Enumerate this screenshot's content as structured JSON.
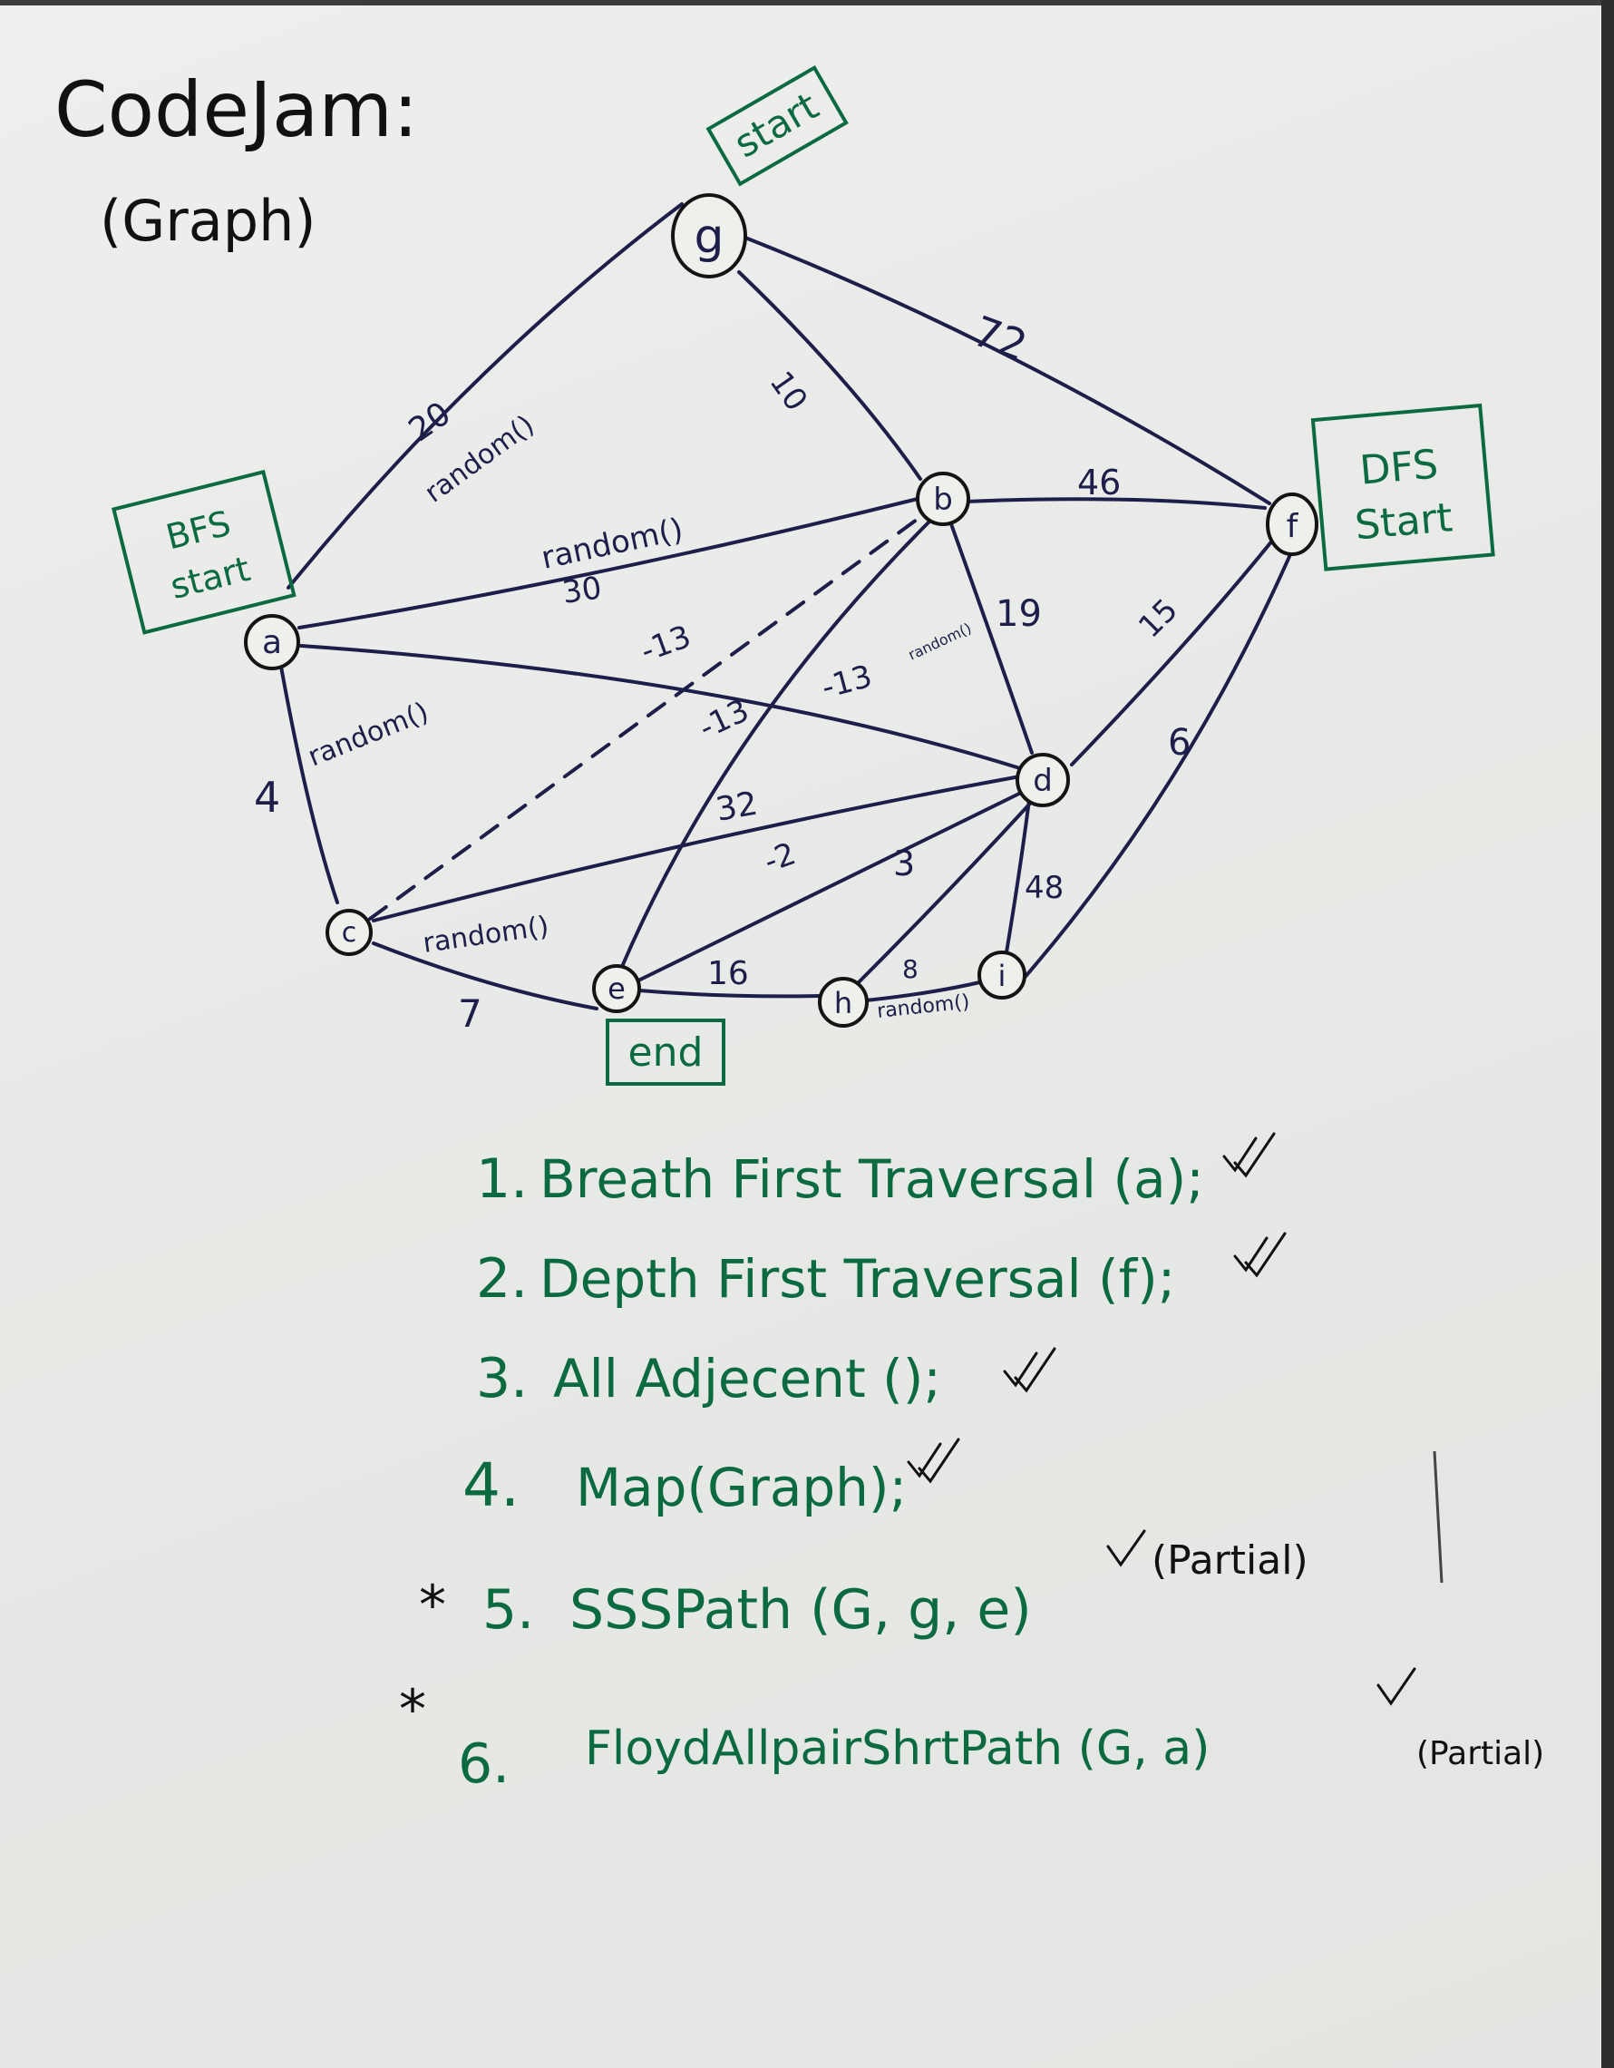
{
  "title": "CodeJam:",
  "subtitle": "(Graph)",
  "nodes": {
    "a": "a",
    "b": "b",
    "c": "c",
    "d": "d",
    "e": "e",
    "f": "f",
    "g": "g",
    "h": "h",
    "i": "i"
  },
  "badges": {
    "start": "start",
    "bfs_line1": "BFS",
    "bfs_line2": "start",
    "dfs_line1": "DFS",
    "dfs_line2": "Start",
    "end": "end"
  },
  "edges": {
    "g_f": "72",
    "g_b": "10",
    "a_g_weight": "20",
    "a_g_random": "random()",
    "a_b_random": "random()",
    "a_b_weight": "30",
    "b_f": "46",
    "b_d_weight": "19",
    "b_d_random": "random()",
    "d_f": "15",
    "i_f": "6",
    "c_b_dashed": "-13",
    "a_d": "-13",
    "b_e": "-13",
    "a_c_random": "random()",
    "a_c_weight": "4",
    "c_d": "32",
    "e_d": "-2",
    "h_d": "3",
    "d_i": "48",
    "c_e_random": "random()",
    "c_e_weight": "7",
    "e_h": "16",
    "h_i_weight": "8",
    "h_i_random": "random()"
  },
  "tasks": [
    {
      "number": "1.",
      "text": "Breath First Traversal (a);"
    },
    {
      "number": "2.",
      "text": "Depth First Traversal (f);"
    },
    {
      "number": "3.",
      "text": "All Adjecent ();"
    },
    {
      "number": "4.",
      "text": "Map(Graph);"
    },
    {
      "number": "5.",
      "text": "SSSPath (G, g, e)",
      "star": "*",
      "note": "(Partial)"
    },
    {
      "number": "6.",
      "text": "FloydAllpairShrtPath (G, a)",
      "star": "*",
      "note": "(Partial)"
    }
  ],
  "colors": {
    "paper": "#e9eae8",
    "graph_ink": "#1d1f4a",
    "marker_green": "#0c6a41",
    "pen_black": "#111111"
  }
}
